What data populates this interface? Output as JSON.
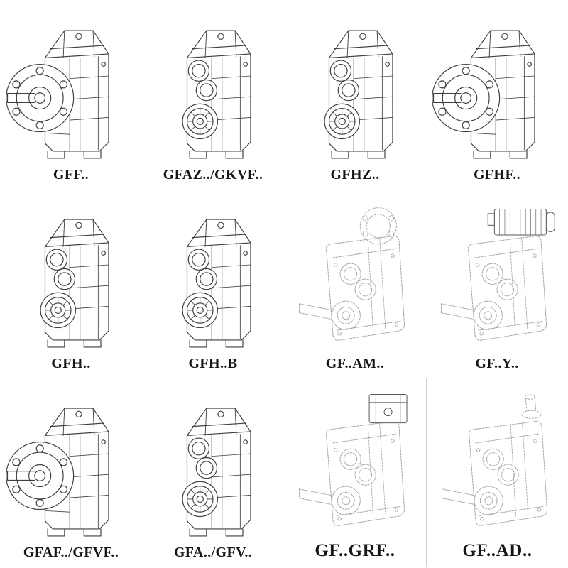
{
  "colors": {
    "ink_dark": "#3f3f3f",
    "ink_light": "#a6a6a6",
    "label_color": "#161616",
    "background": "#ffffff"
  },
  "grid": {
    "columns": 4,
    "rows": 3,
    "items": [
      {
        "id": "gff",
        "label": "GFF..",
        "drawing": "gearbox-output-flange-drawing",
        "symbol": "#sym-flange",
        "label_size": "normal"
      },
      {
        "id": "gfaz-gkvf",
        "label": "GFAZ../GKVF..",
        "drawing": "gearbox-front-bores-drawing",
        "symbol": "#sym-bores",
        "label_size": "normal"
      },
      {
        "id": "gfhz",
        "label": "GFHZ..",
        "drawing": "gearbox-hollow-shaft-drawing",
        "symbol": "#sym-bores",
        "label_size": "normal"
      },
      {
        "id": "gfhf",
        "label": "GFHF..",
        "drawing": "gearbox-hollow-flange-drawing",
        "symbol": "#sym-flange",
        "label_size": "normal"
      },
      {
        "id": "gfh",
        "label": "GFH..",
        "drawing": "gearbox-hollow-shaft-drawing",
        "symbol": "#sym-bores",
        "label_size": "normal"
      },
      {
        "id": "gfh-b",
        "label": "GFH..B",
        "drawing": "gearbox-hollow-shaft-b-drawing",
        "symbol": "#sym-bores",
        "label_size": "normal"
      },
      {
        "id": "gf-am",
        "label": "GF..AM..",
        "drawing": "gearbox-adapter-flange-drawing",
        "symbol": "#sym-shaftmount",
        "label_size": "normal"
      },
      {
        "id": "gf-y",
        "label": "GF..Y..",
        "drawing": "gearbox-with-motor-drawing",
        "symbol": "#sym-motor",
        "label_size": "normal"
      },
      {
        "id": "gfaf-gfvf",
        "label": "GFAF../GFVF..",
        "drawing": "gearbox-output-flange-drawing",
        "symbol": "#sym-flange",
        "label_size": "normal"
      },
      {
        "id": "gfa-gfv",
        "label": "GFA../GFV..",
        "drawing": "gearbox-front-bores-drawing",
        "symbol": "#sym-bores",
        "label_size": "normal"
      },
      {
        "id": "gf-grf",
        "label": "GF..GRF..",
        "drawing": "gearbox-grf-adapter-drawing",
        "symbol": "#sym-block",
        "label_size": "large"
      },
      {
        "id": "gf-ad",
        "label": "GF..AD..",
        "drawing": "gearbox-input-shaft-drawing",
        "symbol": "#sym-plain",
        "label_size": "large"
      }
    ]
  }
}
